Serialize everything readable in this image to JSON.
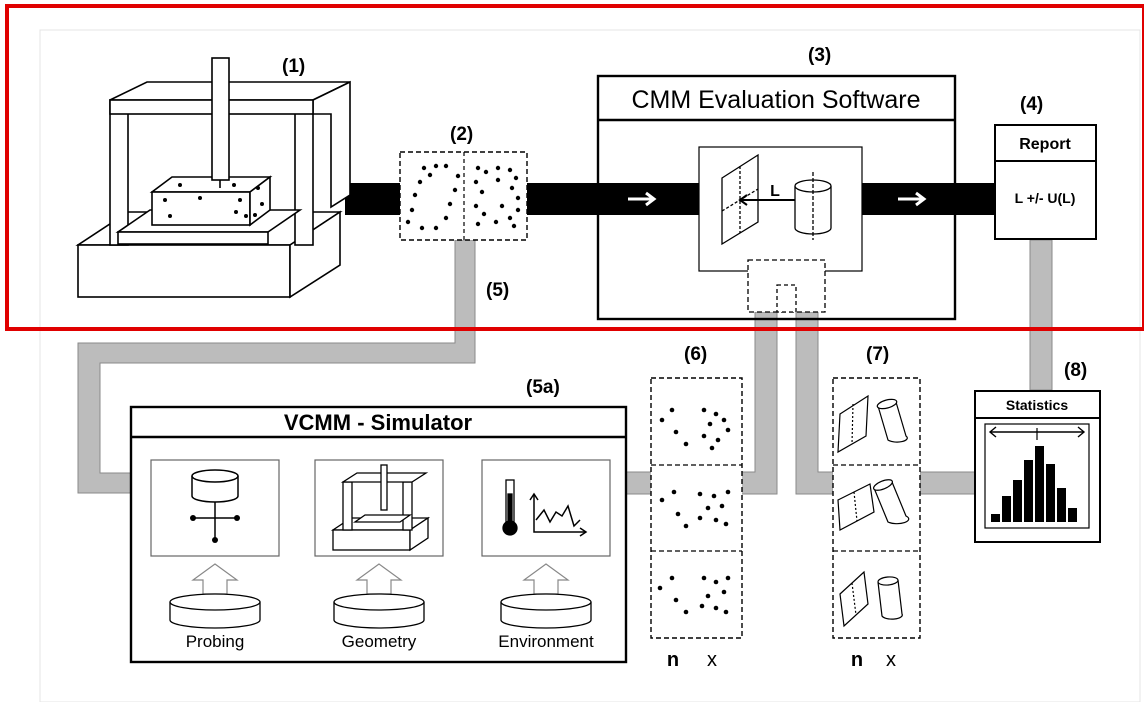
{
  "labels": {
    "l1": "(1)",
    "l2": "(2)",
    "l3": "(3)",
    "l4": "(4)",
    "l5": "(5)",
    "l5a": "(5a)",
    "l6": "(6)",
    "l7": "(7)",
    "l8": "(8)"
  },
  "software": {
    "title": "CMM Evaluation Software",
    "length_symbol": "L"
  },
  "report": {
    "title": "Report",
    "value": "L +/- U(L)"
  },
  "simulator": {
    "title": "VCMM - Simulator",
    "modules": [
      "Probing",
      "Geometry",
      "Environment"
    ]
  },
  "statistics": {
    "title": "Statistics"
  },
  "repeat": {
    "n": "n",
    "x": "x"
  },
  "colors": {
    "highlight": "#e00000",
    "pipe_black": "#000000",
    "pipe_gray": "#bcbcbc",
    "pipe_gray_edge": "#8a8a8a"
  }
}
